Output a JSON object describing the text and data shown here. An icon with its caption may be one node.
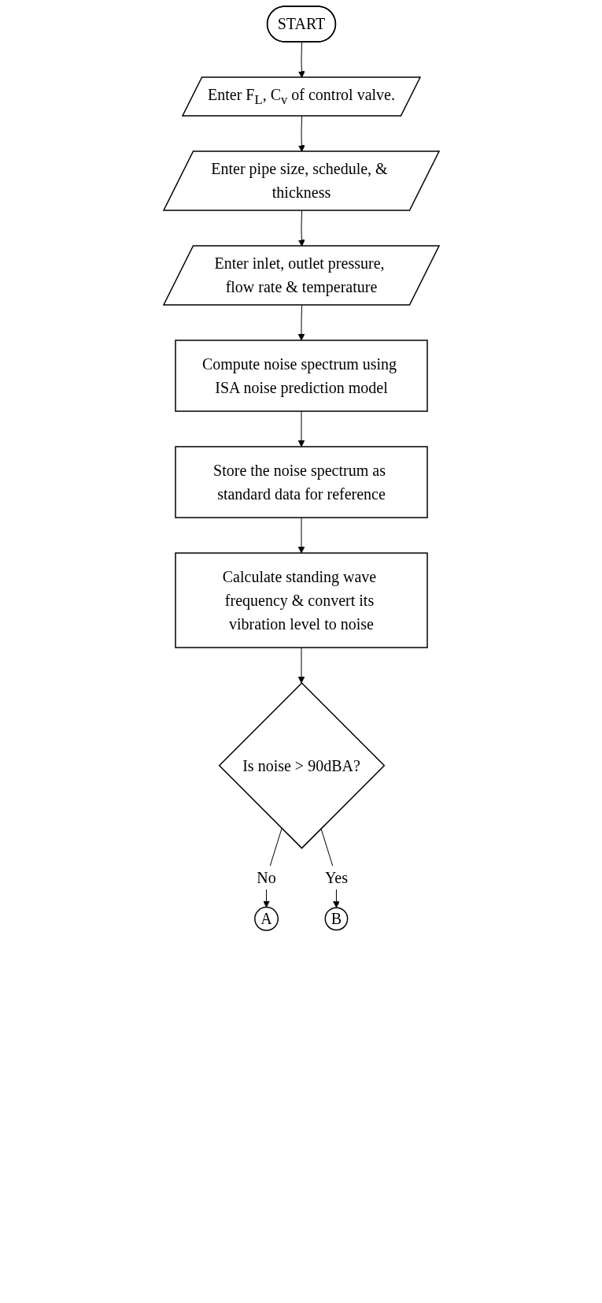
{
  "diagram": {
    "nodes": [
      {
        "text": [
          "START"
        ]
      },
      {
        "text": [
          "Enter F$_{L}$, C$_{v}$ of control valve."
        ]
      },
      {
        "text": [
          "Enter pipe size, schedule, & thickness"
        ]
      },
      {
        "text": [
          "Enter inlet, outlet pressure, flow rate & temperature"
        ]
      },
      {
        "text": [
          "Compute noise spectrum using ISA noise prediction model"
        ]
      },
      {
        "text": [
          "Store the noise spectrum as standard data for reference"
        ]
      },
      {
        "text": [
          "Calculate standing wave frequency & convert its vibration level to noise"
        ]
      },
      {
        "text": [
          "Is noise > 90dBA?"
        ]
      },
      {
        "text": [
          "A"
        ]
      },
      {
        "text": [
          "B"
        ]
      }
    ],
    "edges": [
      {
        "from": 0,
        "to": 1,
        "arrow": "to"
      },
      {
        "from": 1,
        "to": 2,
        "arrow": "to"
      },
      {
        "from": 2,
        "to": 3,
        "arrow": "to"
      },
      {
        "from": 3,
        "to": 4,
        "arrow": "to"
      },
      {
        "from": 4,
        "to": 5,
        "arrow": "to"
      },
      {
        "from": 5,
        "to": 6,
        "arrow": "to"
      },
      {
        "from": 6,
        "to": 7,
        "arrow": "to"
      },
      {
        "from": 7,
        "to": 8,
        "label": "No",
        "arrow": "to"
      },
      {
        "from": 7,
        "to": 9,
        "label": "Yes",
        "arrow": "to"
      }
    ]
  }
}
